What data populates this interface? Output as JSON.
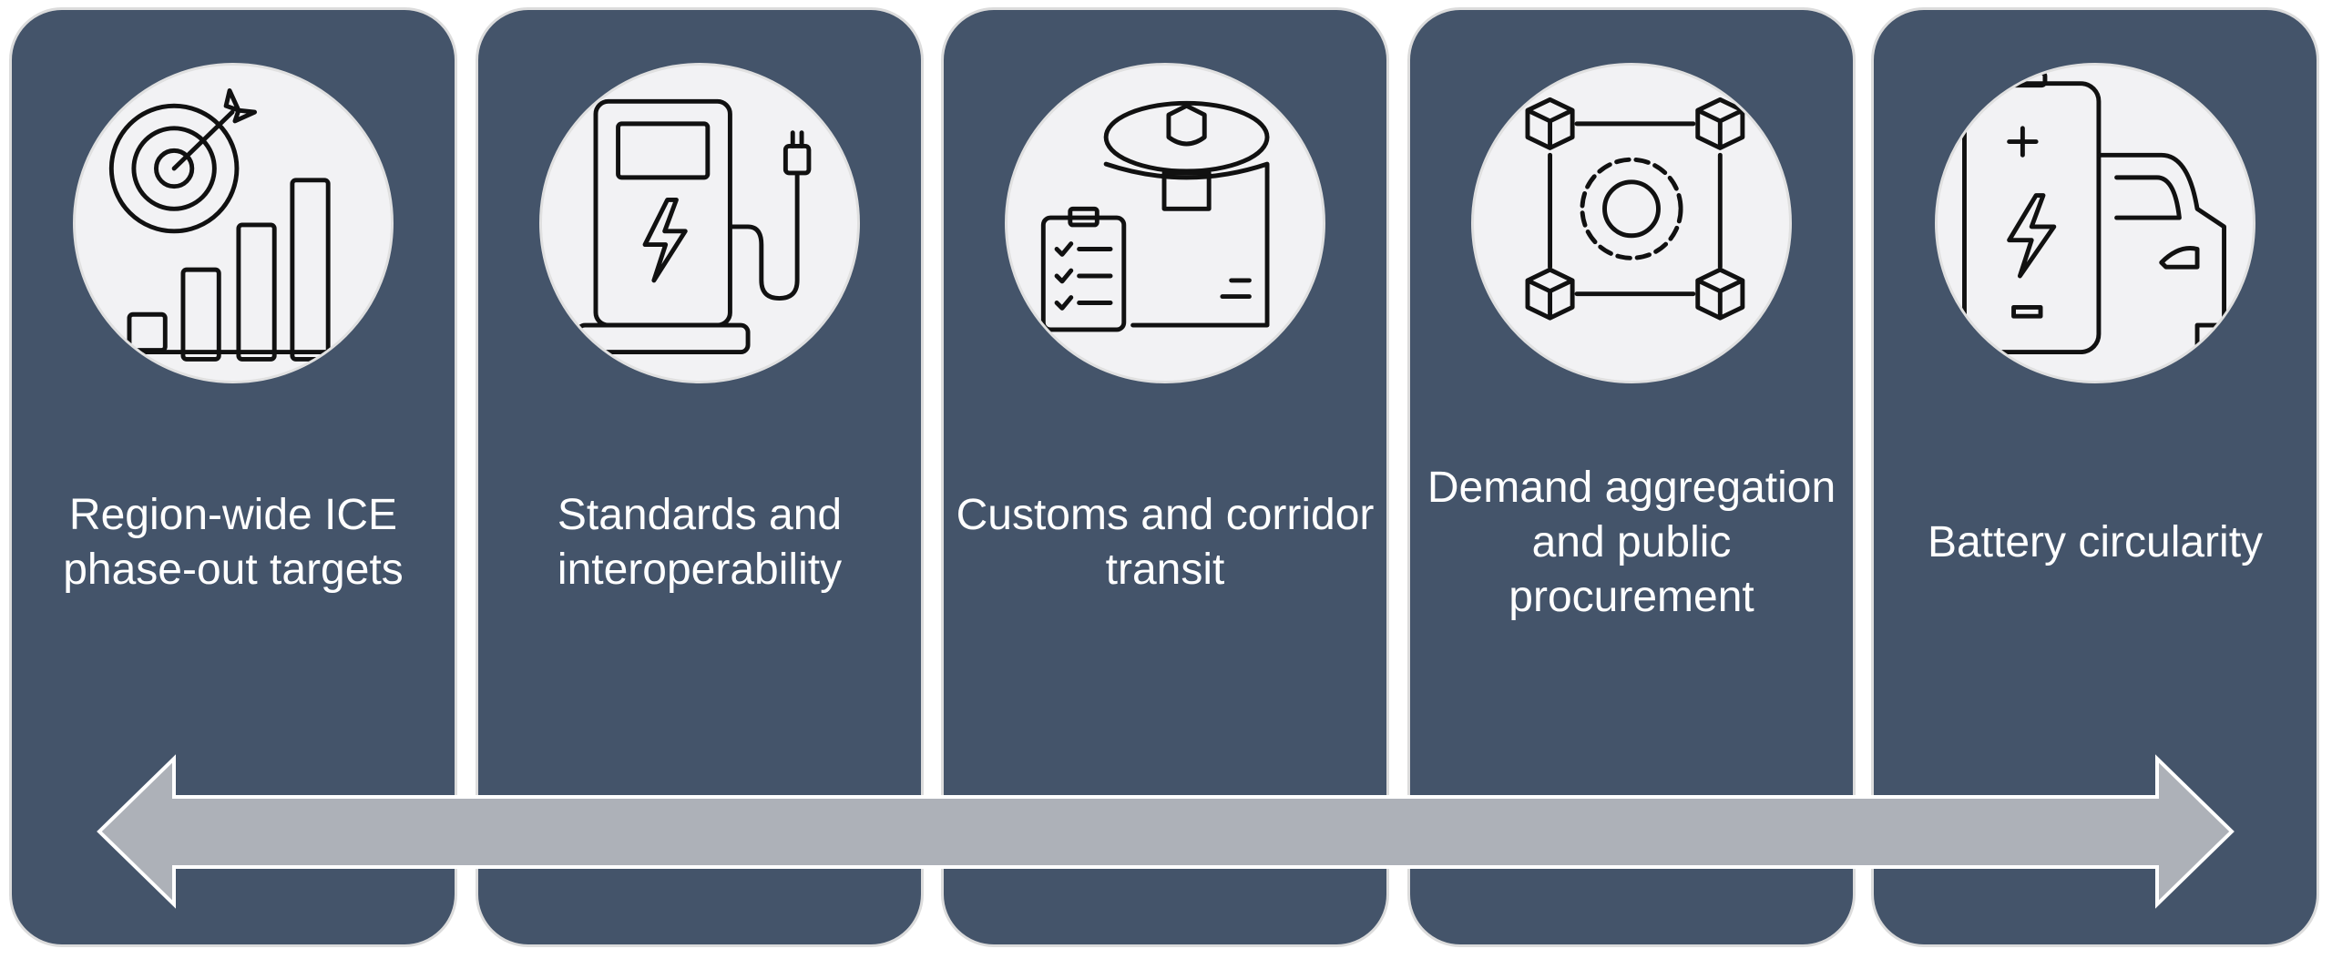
{
  "panels": [
    {
      "label": "Region-wide ICE phase-out targets",
      "icon": "target-growth-chart-icon"
    },
    {
      "label": "Standards and interoperability",
      "icon": "ev-charging-station-icon"
    },
    {
      "label": "Customs and corridor transit",
      "icon": "customs-officer-clipboard-icon"
    },
    {
      "label": "Demand aggregation and public procurement",
      "icon": "network-gear-cubes-icon"
    },
    {
      "label": "Battery circularity",
      "icon": "battery-car-icon"
    }
  ],
  "colors": {
    "panel": "#44546a",
    "circle": "#f2f2f4",
    "arrow": "#adb1b8",
    "text": "#ffffff"
  }
}
